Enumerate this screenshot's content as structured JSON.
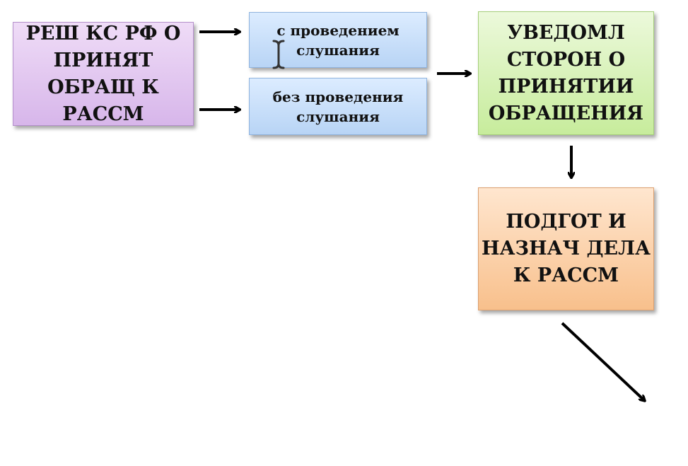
{
  "diagram": {
    "nodes": [
      {
        "id": "decision",
        "label": "РЕШ КС РФ О\nПРИНЯТ\nОБРАЩ К\nРАССМ",
        "color": "#d7b6ea"
      },
      {
        "id": "with_hearing",
        "label": "с проведением\nслушания",
        "color": "#b8d4f5"
      },
      {
        "id": "without_hearing",
        "label": "без проведения\nслушания",
        "color": "#b8d4f5"
      },
      {
        "id": "notify",
        "label": "УВЕДОМЛ\nСТОРОН О\nПРИНЯТИИ\nОБРАЩЕНИЯ",
        "color": "#c7ec9c"
      },
      {
        "id": "prepare",
        "label": "ПОДГОТ И\nНАЗНАЧ ДЕЛА\nК РАССМ",
        "color": "#f8c08c"
      }
    ],
    "edges": [
      {
        "from": "decision",
        "to": "with_hearing"
      },
      {
        "from": "decision",
        "to": "without_hearing"
      },
      {
        "from": "with_hearing",
        "to": "notify"
      },
      {
        "from": "notify",
        "to": "prepare"
      },
      {
        "from": "prepare",
        "to": ""
      }
    ]
  },
  "cursor_icon": "text-cursor-icon"
}
